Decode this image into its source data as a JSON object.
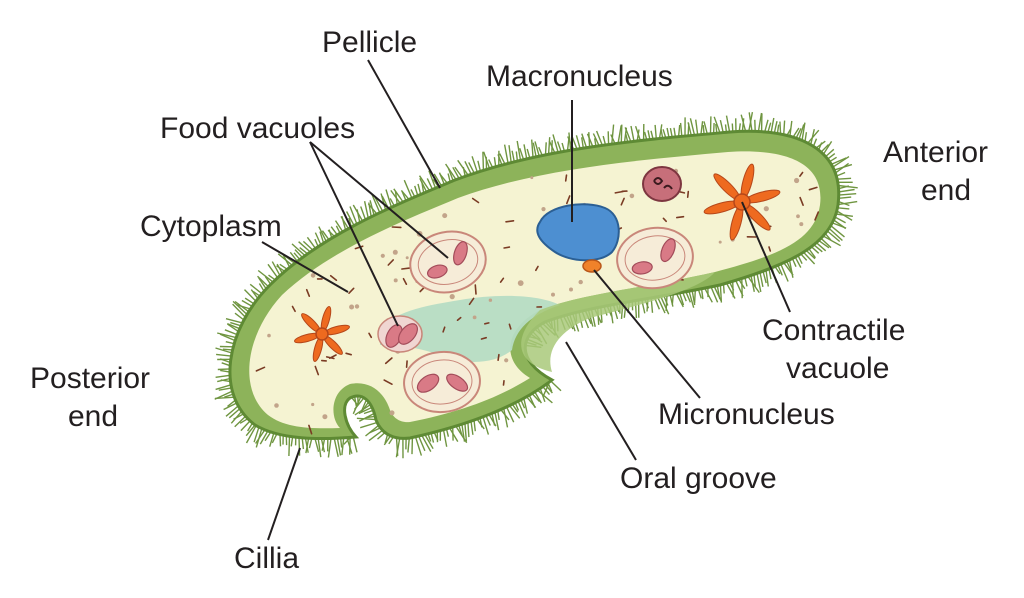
{
  "labels": {
    "pellicle": "Pellicle",
    "macronucleus": "Macronucleus",
    "food_vacuoles": "Food vacuoles",
    "anterior_1": "Anterior",
    "anterior_2": "end",
    "cytoplasm": "Cytoplasm",
    "contractile_1": "Contractile",
    "contractile_2": "vacuole",
    "posterior_1": "Posterior",
    "posterior_2": "end",
    "micronucleus": "Micronucleus",
    "oral_groove": "Oral groove",
    "cillia": "Cillia"
  },
  "colors": {
    "pellicle": "#8db35a",
    "pellicle_dark": "#5e8a34",
    "cytoplasm": "#f5f3d2",
    "macronucleus": "#4d8fd1",
    "micronucleus": "#f0822a",
    "vacuole_fill": "#f6ecd8",
    "vacuole_ring": "#c9877a",
    "vacuole_body": "#d97a86",
    "contractile": "#ee6a1f",
    "gullet": "#b6dcc4",
    "text": "#231f20"
  }
}
